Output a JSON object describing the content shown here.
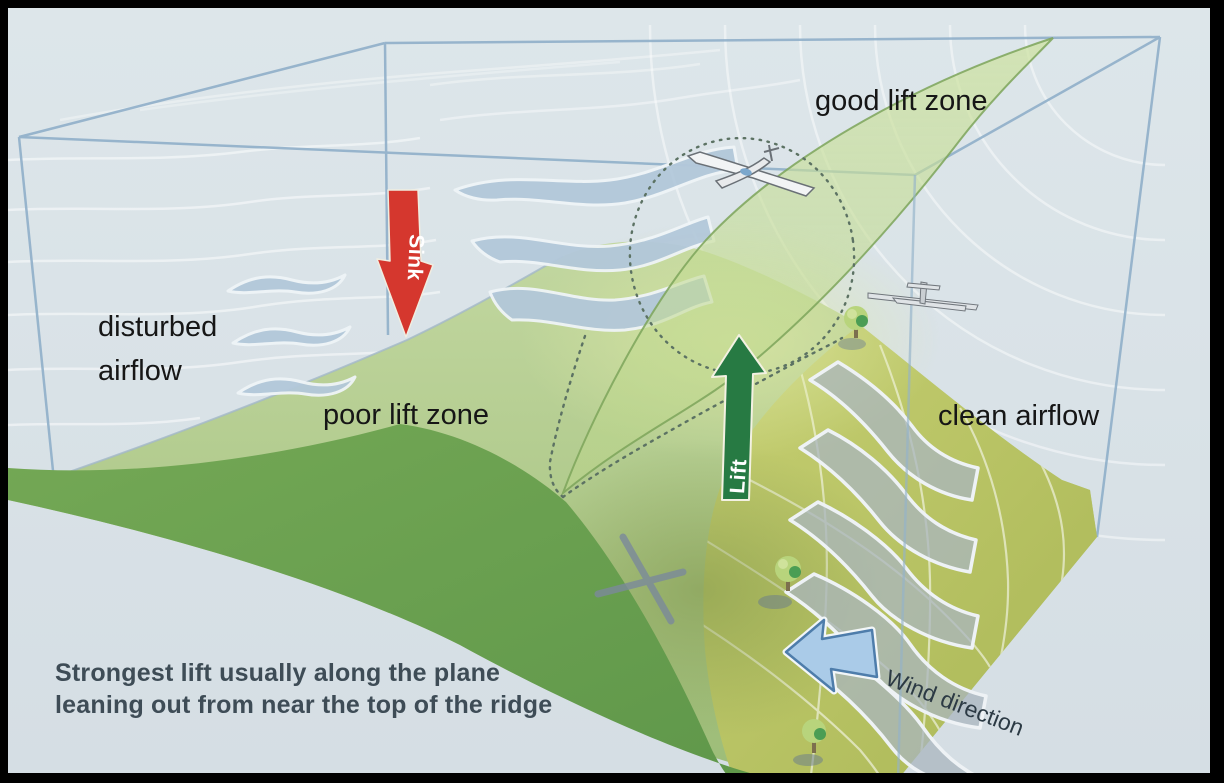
{
  "diagram_subject": "ridge-lift soaring zones over a hill",
  "labels": {
    "good_lift_zone": "good lift zone",
    "disturbed_airflow_1": "disturbed",
    "disturbed_airflow_2": "airflow",
    "poor_lift_zone": "poor lift zone",
    "clean_airflow": "clean airflow",
    "wind_direction": "Wind direction",
    "sink_arrow": "Sink",
    "lift_arrow": "Lift",
    "caption_1": "Strongest lift usually along the plane",
    "caption_2": "leaning out from near the top of the ridge"
  },
  "colors": {
    "frame": "#000000",
    "sky": "#d9e2e7",
    "box_line": "#8fafc9",
    "hill_light": "#bdd49b",
    "hill_front": "#6aa14d",
    "slope_olive": "#b9c468",
    "lift_plane_fill": "#c9dd9f",
    "lift_plane_edge": "#7ca45b",
    "sink_arrow": "#d5372e",
    "lift_arrow": "#277a43",
    "wind_arrow_fill": "#aacbe8",
    "wind_arrow_stroke": "#4e7dab",
    "ribbon_fill": "#b3c8da",
    "ribbon_edge": "#eff4f7",
    "band_fill": "#a9b5bf",
    "label_text": "#161616",
    "caption_text": "#3e4c56",
    "dotted_line": "#5c7263"
  }
}
